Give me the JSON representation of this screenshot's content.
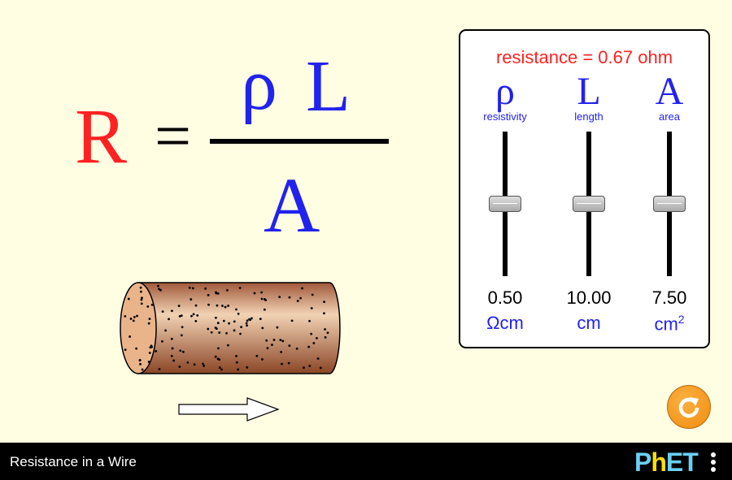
{
  "equation": {
    "lhs": "R",
    "equals": "=",
    "numerator_rho": "ρ",
    "numerator_L": "L",
    "denominator": "A"
  },
  "panel": {
    "resistance_readout": "resistance = 0.67 ohm",
    "sliders": [
      {
        "symbol": "ρ",
        "name": "resistivity",
        "value": "0.50",
        "unit": "Ωcm",
        "fraction": 0.5
      },
      {
        "symbol": "L",
        "name": "length",
        "value": "10.00",
        "unit": "cm",
        "fraction": 0.5
      },
      {
        "symbol": "A",
        "name": "area",
        "value": "7.50",
        "unit": "cm",
        "unit_sup": "2",
        "fraction": 0.5
      }
    ]
  },
  "footer": {
    "title": "Resistance in a Wire",
    "logo": "PhET"
  },
  "colors": {
    "background": "#fffde2",
    "accent_red": "#ff2222",
    "accent_blue": "#2222ee",
    "reset_orange": "#f39422"
  }
}
